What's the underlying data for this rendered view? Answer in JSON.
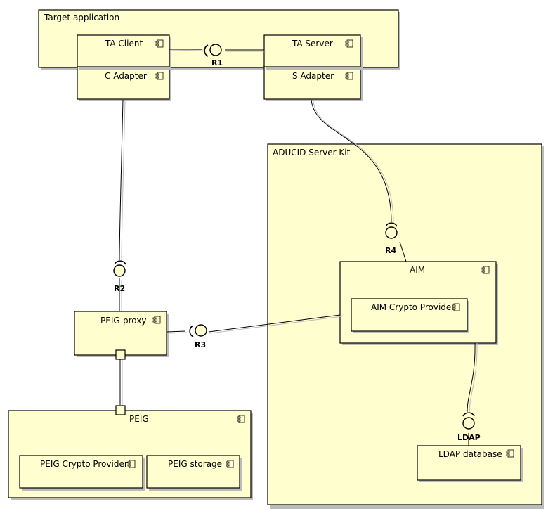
{
  "diagram": {
    "packages": {
      "target_application": "Target application",
      "aducid_server_kit": "ADUCID Server Kit",
      "peig": "PEIG"
    },
    "components": {
      "ta_client": "TA Client",
      "c_adapter": "C Adapter",
      "ta_server": "TA Server",
      "s_adapter": "S Adapter",
      "aim": "AIM",
      "aim_crypto_provider": "AIM Crypto Provider",
      "peig_proxy": "PEIG-proxy",
      "peig_crypto_provider": "PEIG Crypto Provider",
      "peig_storage": "PEIG storage",
      "ldap_database": "LDAP database"
    },
    "interfaces": {
      "r1": "R1",
      "r2": "R2",
      "r3": "R3",
      "r4": "R4",
      "ldap": "LDAP"
    },
    "colors": {
      "fill": "#fefece",
      "stroke": "#000000",
      "shadow": "#bbbbbb"
    },
    "icons": {
      "component": "uml-component-icon",
      "port": "port-square"
    }
  }
}
